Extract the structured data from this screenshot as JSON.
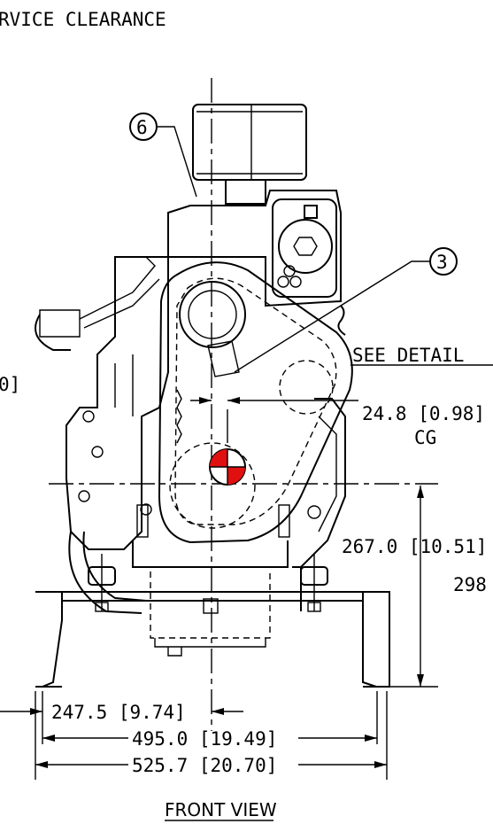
{
  "header": {
    "title": "RVICE CLEARANCE"
  },
  "callouts": {
    "balloon_top": "6",
    "balloon_right": "3"
  },
  "labels": {
    "see_detail": "SEE DETAIL",
    "left_fragment": "0]",
    "cg": "CG",
    "front_view": "FRONT VIEW"
  },
  "dimensions": {
    "cg_offset": "24.8 [0.98]",
    "height": "267.0 [10.51]",
    "height_partial": "298",
    "half_width": "247.5 [9.74]",
    "mount_width": "495.0 [19.49]",
    "overall_width": "525.7 [20.70]"
  },
  "colors": {
    "cg_marker": "#e01010",
    "line": "#000000"
  }
}
